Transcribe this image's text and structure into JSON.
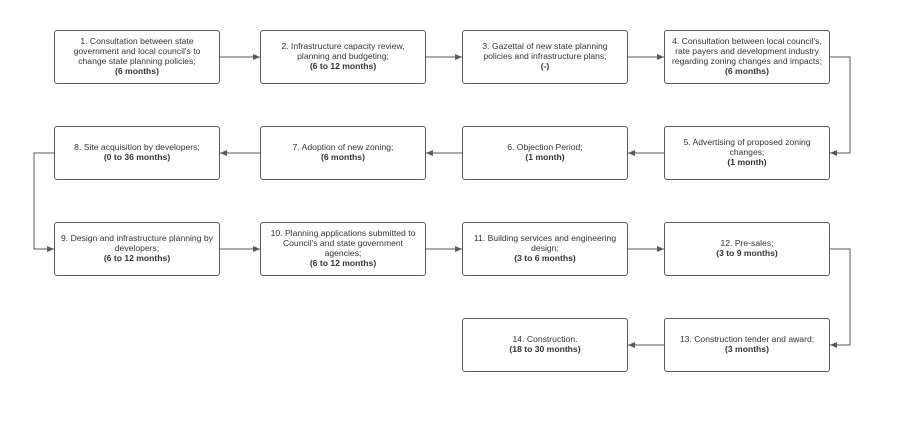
{
  "diagram": {
    "colors": {
      "line": "#5a5a5a",
      "border": "#5a5a5a",
      "text": "#333333",
      "background": "#ffffff"
    },
    "steps": [
      {
        "id": 1,
        "text": "1. Consultation between state government and local council's to change state planning policies;",
        "duration": "(6 months)"
      },
      {
        "id": 2,
        "text": "2. Infrastructure capacity review, planning and budgeting;",
        "duration": "(6 to 12 months)"
      },
      {
        "id": 3,
        "text": "3. Gazettal of new state planning policies and infrastructure plans;",
        "duration": "(-)"
      },
      {
        "id": 4,
        "text": "4. Consultation between local council's, rate payers and development industry regarding zoning changes and impacts;",
        "duration": "(6 months)"
      },
      {
        "id": 5,
        "text": "5. Advertising of proposed zoning changes;",
        "duration": "(1 month)"
      },
      {
        "id": 6,
        "text": "6. Objection Period;",
        "duration": "(1 month)"
      },
      {
        "id": 7,
        "text": "7. Adoption of new zoning;",
        "duration": "(6 months)"
      },
      {
        "id": 8,
        "text": "8. Site acquisition by developers;",
        "duration": "(0 to 36 months)"
      },
      {
        "id": 9,
        "text": "9. Design and infrastructure planning by developers;",
        "duration": "(6 to 12 months)"
      },
      {
        "id": 10,
        "text": "10. Planning applications submitted to Council's and state government agencies;",
        "duration": "(6 to 12 months)"
      },
      {
        "id": 11,
        "text": "11. Building services and engineering design;",
        "duration": "(3 to 6 months)"
      },
      {
        "id": 12,
        "text": "12. Pre-sales;",
        "duration": "(3 to 9 months)"
      },
      {
        "id": 13,
        "text": "13. Construction tender and award;",
        "duration": "(3 months)"
      },
      {
        "id": 14,
        "text": "14. Construction.",
        "duration": "(18 to 30 months)"
      }
    ]
  }
}
